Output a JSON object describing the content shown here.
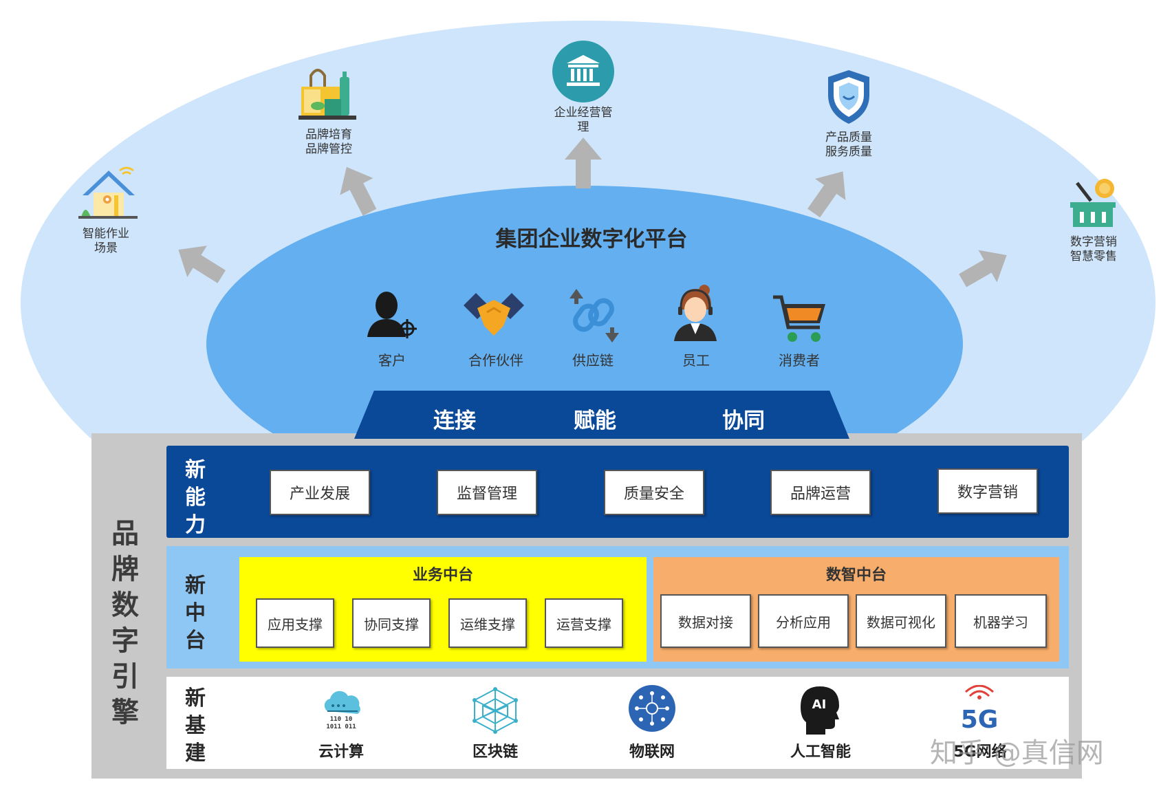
{
  "outer": {
    "items": [
      {
        "line1": "智能作业",
        "line2": "场景"
      },
      {
        "line1": "品牌培育",
        "line2": "品牌管控"
      },
      {
        "line1": "企业经营管",
        "line2": "理"
      },
      {
        "line1": "产品质量",
        "line2": "服务质量"
      },
      {
        "line1": "数字营销",
        "line2": "智慧零售"
      }
    ]
  },
  "platform": {
    "title": "集团企业数字化平台",
    "stakeholders": [
      "客户",
      "合作伙伴",
      "供应链",
      "员工",
      "消费者"
    ]
  },
  "connector": {
    "words": [
      "连接",
      "赋能",
      "协同"
    ]
  },
  "engine": {
    "title": "品牌数字引擎",
    "chars": [
      "品",
      "牌",
      "数",
      "字",
      "引",
      "擎"
    ]
  },
  "capability": {
    "title_chars": [
      "新",
      "能",
      "力"
    ],
    "boxes": [
      "产业发展",
      "监督管理",
      "质量安全",
      "品牌运营",
      "数字营销"
    ]
  },
  "middle": {
    "title_chars": [
      "新",
      "中",
      "台"
    ],
    "business": {
      "title": "业务中台",
      "boxes": [
        "应用支撑",
        "协同支撑",
        "运维支撑",
        "运营支撑"
      ]
    },
    "data": {
      "title": "数智中台",
      "boxes": [
        "数据对接",
        "分析应用",
        "数据可视化",
        "机器学习"
      ]
    }
  },
  "infra": {
    "title_chars": [
      "新",
      "基",
      "建"
    ],
    "items": [
      "云计算",
      "区块链",
      "物联网",
      "人工智能",
      "5G网络"
    ],
    "cloud_glyph": "110 10\n1011 011",
    "ai_text": "AI",
    "fiveg_text": "5G"
  },
  "watermark": "知乎 @真信网",
  "colors": {
    "outer": "#cfe5fb",
    "inner": "#64afef",
    "navy": "#0a4898",
    "middle_band": "#8ec6f4",
    "business": "#ffff00",
    "data": "#f7ad6b",
    "arrow": "#b3b3b3"
  }
}
